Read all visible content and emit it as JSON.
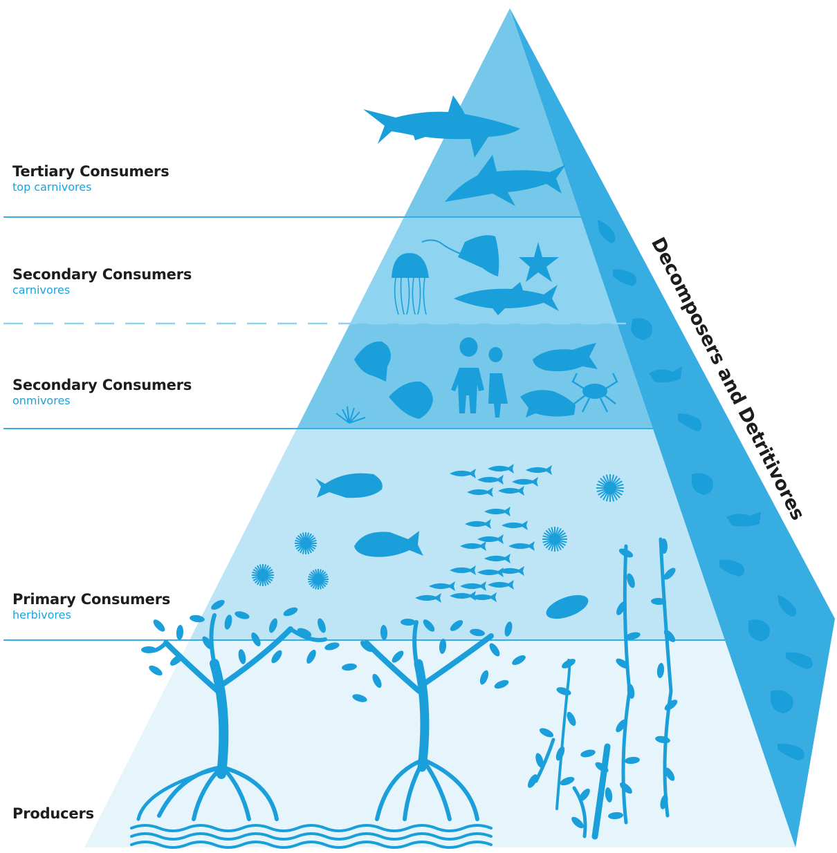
{
  "tiers": [
    {
      "title": "Tertiary Consumers",
      "subtitle": "top carnivores",
      "icons": [
        "shark-icon",
        "shark-icon"
      ]
    },
    {
      "title": "Secondary Consumers",
      "subtitle": "carnivores",
      "icons": [
        "jellyfish-icon",
        "stingray-icon",
        "starfish-icon",
        "mackerel-icon"
      ]
    },
    {
      "title": "Secondary Consumers",
      "subtitle": "onmivores",
      "icons": [
        "angelfish-icon",
        "child-icon",
        "child-icon",
        "snapper-icon",
        "reef-fish-icon",
        "crab-icon",
        "coral-icon"
      ]
    },
    {
      "title": "Primary Consumers",
      "subtitle": "herbivores",
      "icons": [
        "surgeonfish-icon",
        "fish-school-icon",
        "sea-urchin-icon",
        "sea-cucumber-icon"
      ]
    },
    {
      "title": "Producers",
      "subtitle": "",
      "icons": [
        "mangrove-icon",
        "mangrove-icon",
        "seagrass-icon",
        "seaweed-icon"
      ]
    }
  ],
  "side": {
    "title": "Decomposers and Detritivores",
    "icons": [
      "worm-icon",
      "shrimp-icon",
      "hermit-crab-icon",
      "sea-cucumber-icon"
    ]
  },
  "colors": {
    "tier1": "#75c8ea",
    "tier2": "#8ed3ef",
    "tier3": "#75c8ea",
    "tier4": "#bde5f5",
    "tier5": "#e6f5fc",
    "side_face": "#38ade2",
    "line": "#35ade2",
    "silhouette": "#1a9fdb"
  }
}
